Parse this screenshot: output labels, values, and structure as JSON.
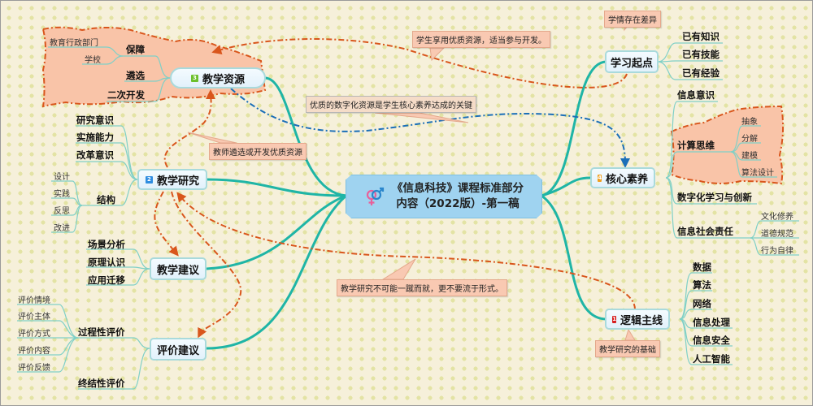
{
  "central": {
    "icon": "gender-icon",
    "line1": "《信息科技》课程标准部分",
    "line2": "内容（2022版）-第一稿"
  },
  "topics": {
    "resources": {
      "label": "教学资源",
      "badge": "3",
      "badge_color": "#6cc02c",
      "children": [
        {
          "label": "保障",
          "children": [
            "教育行政部门",
            "学校"
          ]
        },
        {
          "label": "遴选"
        },
        {
          "label": "二次开发"
        }
      ]
    },
    "research": {
      "label": "教学研究",
      "badge": "2",
      "badge_color": "#2f8de0",
      "children": [
        {
          "label": "研究意识"
        },
        {
          "label": "实施能力"
        },
        {
          "label": "改革意识"
        },
        {
          "label": "结构",
          "children": [
            "设计",
            "实践",
            "反思",
            "改进"
          ]
        }
      ]
    },
    "suggestion": {
      "label": "教学建议",
      "children": [
        {
          "label": "场景分析"
        },
        {
          "label": "原理认识"
        },
        {
          "label": "应用迁移"
        }
      ]
    },
    "evaluation": {
      "label": "评价建议",
      "children": [
        {
          "label": "过程性评价",
          "children": [
            "评价情境",
            "评价主体",
            "评价方式",
            "评价内容",
            "评价反馈"
          ]
        },
        {
          "label": "终结性评价"
        }
      ]
    },
    "starting_point": {
      "label": "学习起点",
      "children": [
        {
          "label": "已有知识"
        },
        {
          "label": "已有技能"
        },
        {
          "label": "已有经验"
        }
      ]
    },
    "literacy": {
      "label": "核心素养",
      "badge": "4",
      "badge_color": "#f0a020",
      "children": [
        {
          "label": "信息意识"
        },
        {
          "label": "计算思维",
          "children": [
            "抽象",
            "分解",
            "建模",
            "算法设计"
          ]
        },
        {
          "label": "数字化学习与创新"
        },
        {
          "label": "信息社会责任",
          "children": [
            "文化修养",
            "道德规范",
            "行为自律"
          ]
        }
      ]
    },
    "mainline": {
      "label": "逻辑主线",
      "badge": "1",
      "badge_color": "#d62020",
      "children": [
        {
          "label": "数据"
        },
        {
          "label": "算法"
        },
        {
          "label": "网络"
        },
        {
          "label": "信息处理"
        },
        {
          "label": "信息安全"
        },
        {
          "label": "人工智能"
        }
      ]
    }
  },
  "callouts": {
    "students_use": "学生享用优质资源，适当参与开发。",
    "digital_key": "优质的数字化资源是学生核心素养达成的关键",
    "teacher_select": "教师遴选或开发优质资源",
    "research_note": "教学研究不可能一蹴而就，更不要流于形式。",
    "diff": "学情存在差异",
    "basis": "教学研究的基础"
  },
  "colors": {
    "branch": "#1fb5a6",
    "relation_orange": "#d9561c",
    "relation_blue": "#1b6fb8",
    "boundary_fill": "#f9c4a8",
    "central_fill": "#9fd3f0"
  }
}
